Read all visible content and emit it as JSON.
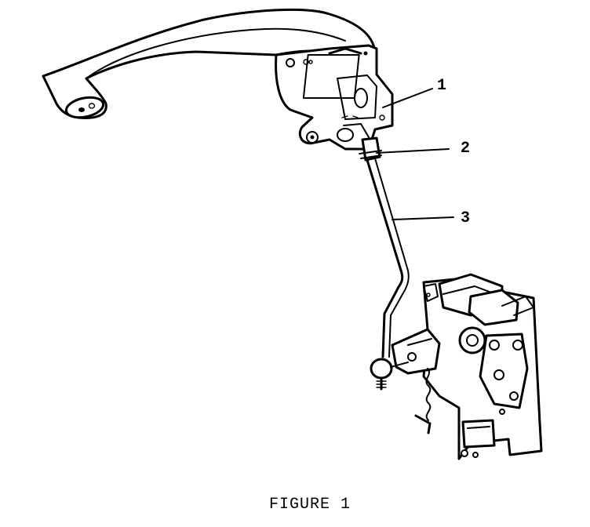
{
  "figure": {
    "caption": "FIGURE 1"
  },
  "callouts": [
    {
      "label": "1"
    },
    {
      "label": "2"
    },
    {
      "label": "3"
    }
  ],
  "colors": {
    "ink": "#000000",
    "paper": "#ffffff"
  }
}
